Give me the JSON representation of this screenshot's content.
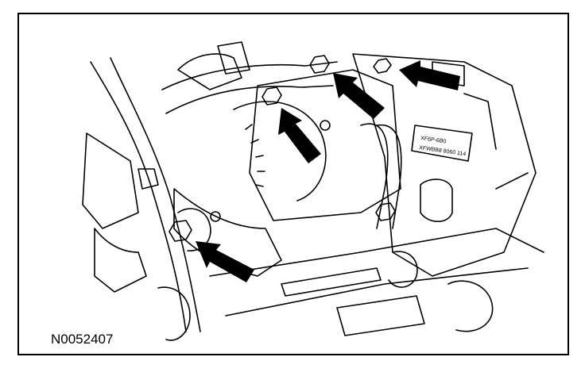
{
  "figure": {
    "id": "N0052407",
    "plate_line_1": "XF6P-6B0",
    "plate_line_2": "XFWBB8 8060 114"
  },
  "colors": {
    "line": "#000000",
    "background": "#ffffff"
  },
  "callouts": [
    {
      "name": "arrow-bolt-top-right",
      "direction": "left"
    },
    {
      "name": "arrow-bolt-top-center",
      "direction": "up-left"
    },
    {
      "name": "arrow-bolt-center",
      "direction": "up-left"
    },
    {
      "name": "arrow-bolt-bottom-left",
      "direction": "up-left"
    }
  ]
}
